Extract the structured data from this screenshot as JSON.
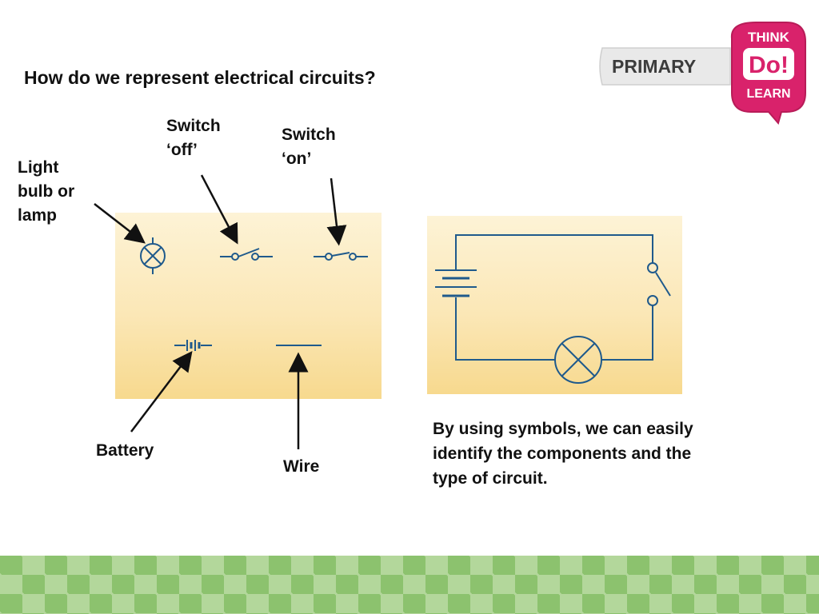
{
  "title": "How do we represent electrical circuits?",
  "labels": {
    "lamp": "Light\nbulb or\nlamp",
    "switch_off": "Switch\n‘off’",
    "switch_on": "Switch\n‘on’",
    "battery": "Battery",
    "wire": "Wire"
  },
  "caption": "By using symbols, we can easily identify the components and the type of circuit.",
  "logo": {
    "brand": "PRIMARY",
    "think": "THINK",
    "do": "Do!",
    "learn": "LEARN",
    "brand_color": "#d9226b"
  },
  "colors": {
    "symbol_stroke": "#1f5a8c",
    "footer_dark": "#8cc26e",
    "footer_light": "#b3d79b"
  }
}
